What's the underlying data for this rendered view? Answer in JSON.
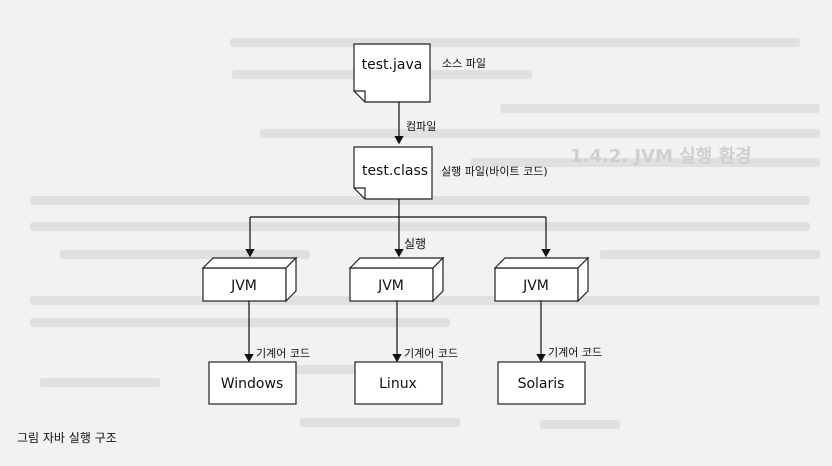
{
  "diagram": {
    "source_file": {
      "name": "test.java",
      "label": "소스 파일"
    },
    "compile_label": "컴파일",
    "class_file": {
      "name": "test.class",
      "label": "실행 파일(바이트 코드)"
    },
    "run_label": "실행",
    "jvms": [
      {
        "name": "JVM",
        "os": "Windows",
        "edge_label": "기계어 코드"
      },
      {
        "name": "JVM",
        "os": "Linux",
        "edge_label": "기계어 코드"
      },
      {
        "name": "JVM",
        "os": "Solaris",
        "edge_label": "기계어 코드"
      }
    ]
  },
  "caption": "그림 자바 실행 구조"
}
